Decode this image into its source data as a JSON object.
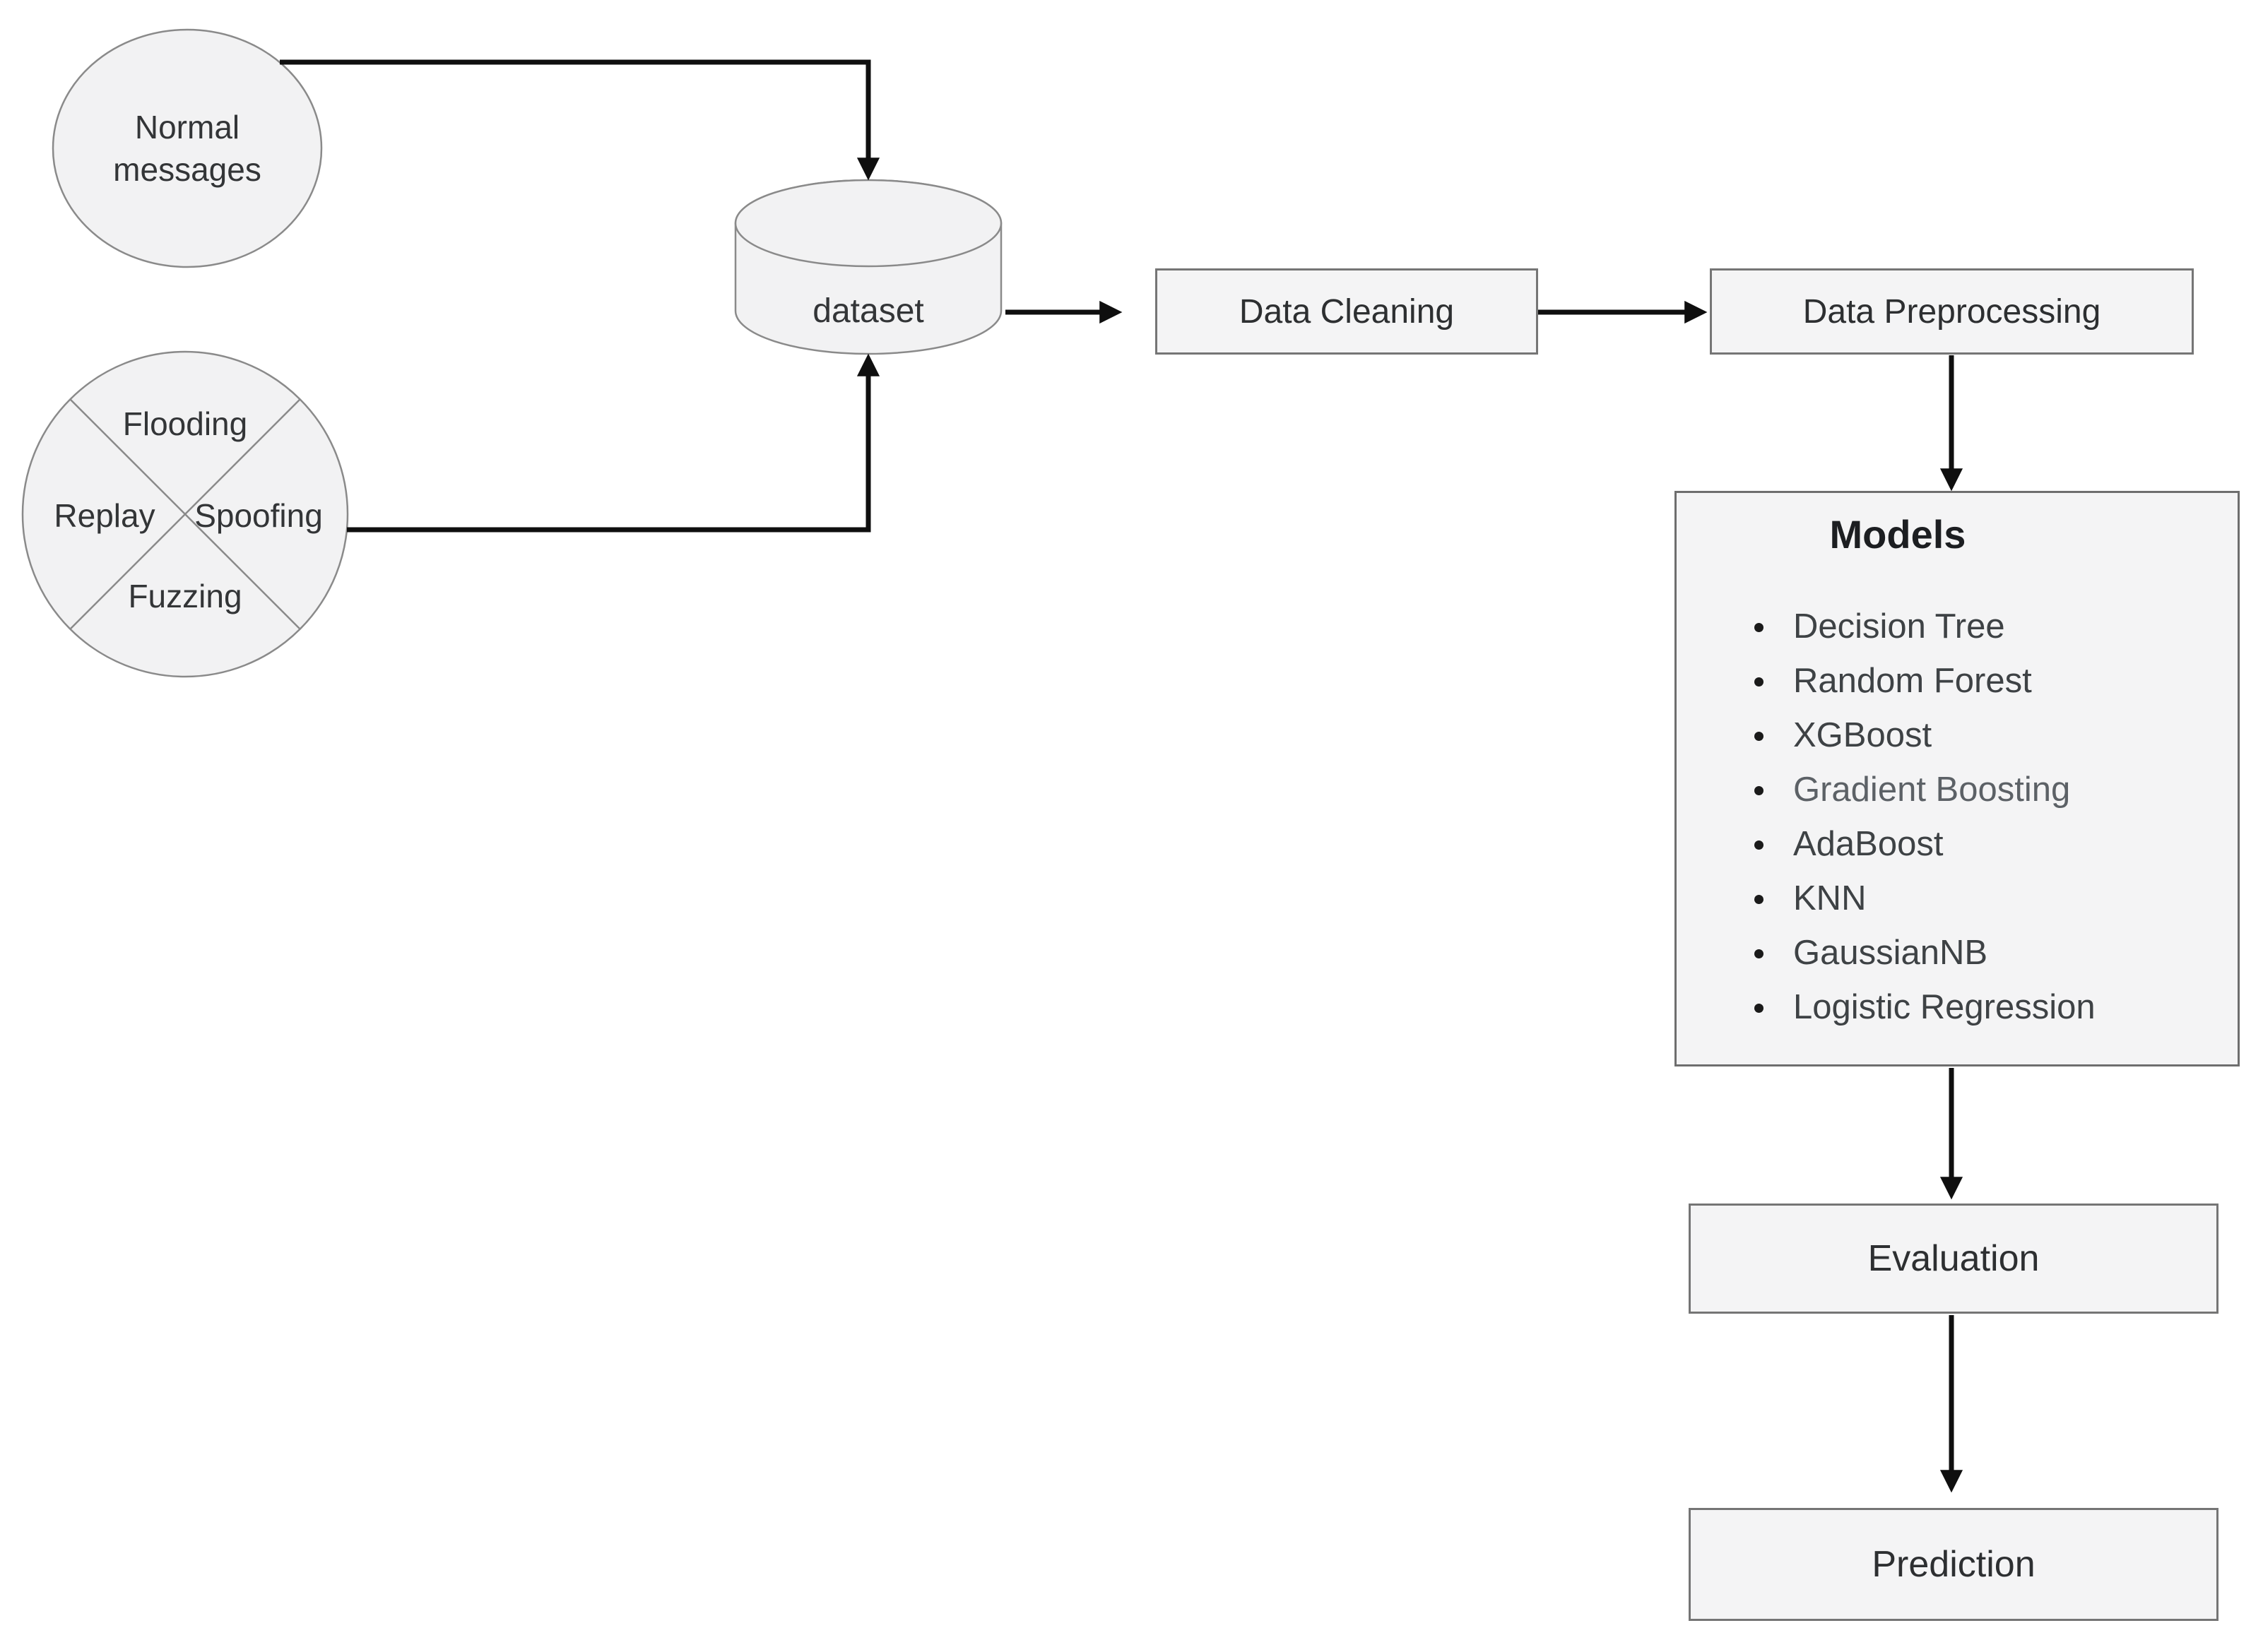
{
  "diagram": {
    "colors": {
      "background": "#ffffff",
      "shape_fill": "#f2f2f3",
      "box_fill": "#f4f4f5",
      "shape_border": "#8a8a8a",
      "box_border": "#757575",
      "arrow": "#0f0f0f",
      "label_text": "#333537",
      "box_text": "#2d2f31",
      "models_title_text": "#1c1e21",
      "model_item_text": "#3e4245",
      "model_item_muted_text": "#5c6166"
    },
    "nodes": {
      "normal_messages": {
        "lines": [
          "Normal",
          "messages"
        ]
      },
      "attack_types": {
        "top": "Flooding",
        "left": "Replay",
        "right": "Spoofing",
        "bottom": "Fuzzing"
      },
      "dataset": {
        "label": "dataset"
      },
      "data_cleaning": {
        "label": "Data Cleaning"
      },
      "data_preprocessing": {
        "label": "Data Preprocessing"
      },
      "models": {
        "title": "Models",
        "items": [
          {
            "label": "Decision Tree"
          },
          {
            "label": "Random Forest"
          },
          {
            "label": "XGBoost"
          },
          {
            "label": "Gradient Boosting",
            "style": "color:#5c6166"
          },
          {
            "label": "AdaBoost"
          },
          {
            "label": "KNN"
          },
          {
            "label": "GaussianNB"
          },
          {
            "label": "Logistic Regression"
          }
        ]
      },
      "evaluation": {
        "label": "Evaluation"
      },
      "prediction": {
        "label": "Prediction"
      }
    },
    "edges": [
      {
        "from": "normal-messages",
        "to": "dataset"
      },
      {
        "from": "attack-types",
        "to": "dataset"
      },
      {
        "from": "dataset",
        "to": "data-cleaning"
      },
      {
        "from": "data-cleaning",
        "to": "data-preprocessing"
      },
      {
        "from": "data-preprocessing",
        "to": "models"
      },
      {
        "from": "models",
        "to": "evaluation"
      },
      {
        "from": "evaluation",
        "to": "prediction"
      }
    ]
  }
}
